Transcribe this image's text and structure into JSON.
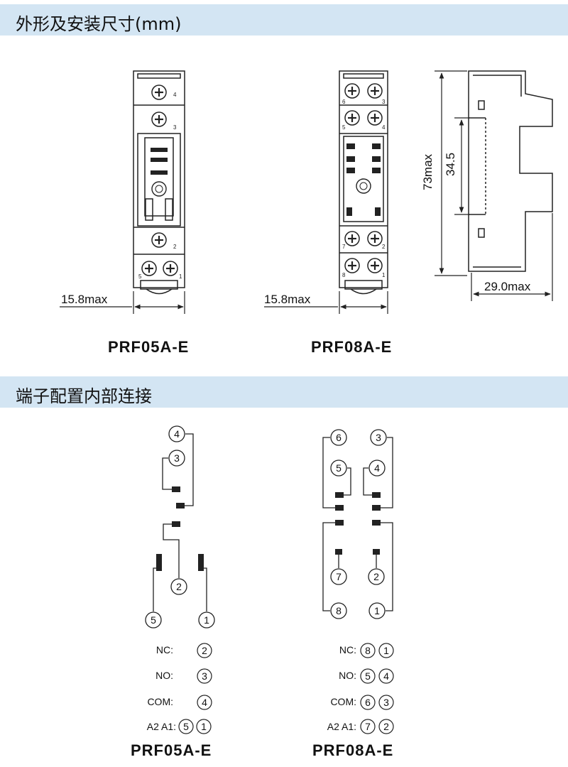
{
  "sections": {
    "dimensions_title": "外形及安装尺寸(mm)",
    "terminal_title": "端子配置内部连接"
  },
  "dimensions": {
    "prf05_width": "15.8max",
    "prf08_width": "15.8max",
    "height": "73max",
    "rail_pitch": "34.5",
    "depth": "29.0max",
    "prf05_label": "PRF05A-E",
    "prf08_label": "PRF08A-E"
  },
  "prf05_top_terminals": [
    "4",
    "3"
  ],
  "prf05_bottom_terminals": [
    "2",
    "5",
    "1"
  ],
  "prf08_top_terminals": [
    "6",
    "3",
    "5",
    "4"
  ],
  "prf08_bottom_terminals": [
    "7",
    "2",
    "8",
    "1"
  ],
  "wiring": {
    "prf05": {
      "nodes": [
        "4",
        "3",
        "2",
        "5",
        "1"
      ],
      "table": [
        {
          "label": "NC:",
          "terminals": [
            "2"
          ]
        },
        {
          "label": "NO:",
          "terminals": [
            "3"
          ]
        },
        {
          "label": "COM:",
          "terminals": [
            "4"
          ]
        },
        {
          "label": "A2 A1:",
          "terminals": [
            "5",
            "1"
          ]
        }
      ],
      "model": "PRF05A-E"
    },
    "prf08": {
      "nodes": [
        "6",
        "3",
        "5",
        "4",
        "7",
        "2",
        "8",
        "1"
      ],
      "table": [
        {
          "label": "NC:",
          "terminals": [
            "8",
            "1"
          ]
        },
        {
          "label": "NO:",
          "terminals": [
            "5",
            "4"
          ]
        },
        {
          "label": "COM:",
          "terminals": [
            "6",
            "3"
          ]
        },
        {
          "label": "A2 A1:",
          "terminals": [
            "7",
            "2"
          ]
        }
      ],
      "model": "PRF08A-E"
    }
  }
}
